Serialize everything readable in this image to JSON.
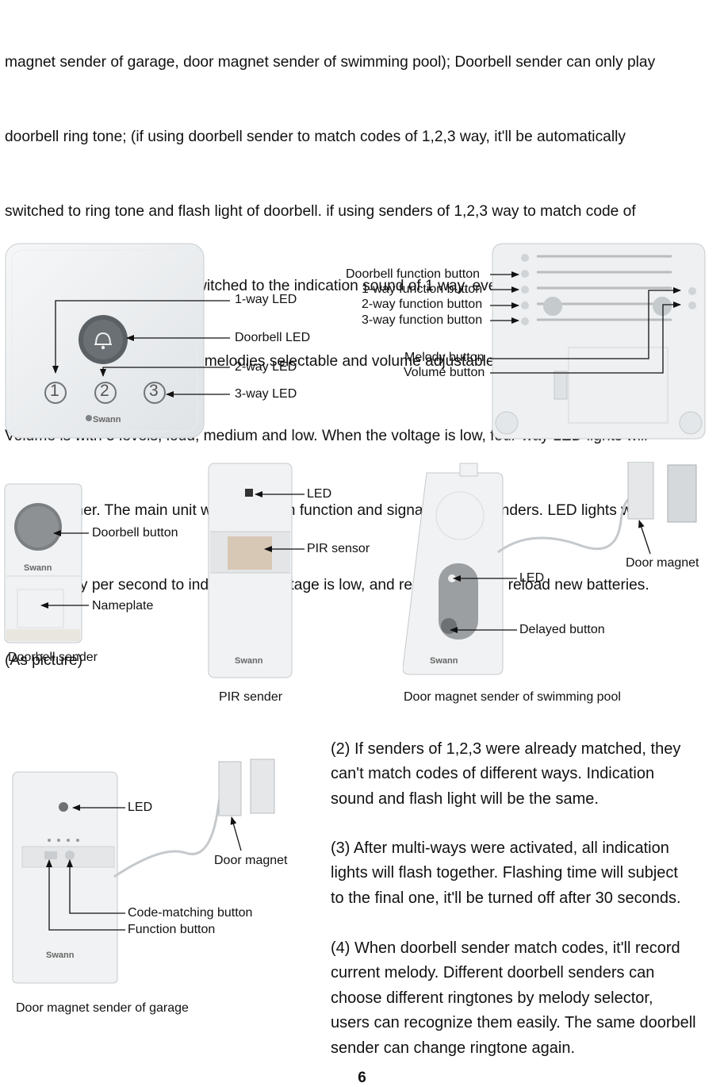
{
  "intro_lines": [
    "magnet sender of garage, door magnet sender of swimming pool); Doorbell sender can only play",
    "doorbell ring tone; (if using doorbell sender to match codes of 1,2,3 way, it'll be automatically",
    "switched to ring tone and flash light of doorbell. if using senders of 1,2,3 way to match code of",
    "doorbell, all of them will be switched to the indication sound of 1 way, every way can save 15",
    "parts at most.) 36 polyphonic melodies selectable and volume adjustable on the main unit.",
    "Volume is with 3 levels, loud, medium and low. When the voltage is low, four-way LED lights will",
    "flash together. The main unit will loss alarm function and signal from all senders. LED lights will",
    "flash quickly per second to indicate the voltage is low, and remind users to reload new batteries.",
    "(As picture)"
  ],
  "main_unit": {
    "brand": "Swann",
    "buttons": [
      "1",
      "2",
      "3"
    ],
    "labels": {
      "led1": "1-way LED",
      "doorbell_led": "Doorbell LED",
      "led2": "2-way LED",
      "led3": "3-way LED"
    }
  },
  "main_unit_back": {
    "labels": {
      "doorbell_fn": "Doorbell function button",
      "fn1": "1-way function button",
      "fn2": "2-way function button",
      "fn3": "3-way function button",
      "melody": "Melody button",
      "volume": "Volume button"
    }
  },
  "doorbell_sender": {
    "brand": "Swann",
    "labels": {
      "button": "Doorbell button",
      "nameplate": "Nameplate"
    },
    "caption": "Doorbell sender"
  },
  "pir_sender": {
    "brand": "Swann",
    "labels": {
      "led": "LED",
      "sensor": "PIR sensor"
    },
    "caption": "PIR sender"
  },
  "pool_sender": {
    "brand": "Swann",
    "labels": {
      "led": "LED",
      "delayed": "Delayed button",
      "magnet": "Door magnet"
    },
    "caption": "Door magnet sender of swimming pool"
  },
  "garage_sender": {
    "brand": "Swann",
    "labels": {
      "led": "LED",
      "magnet": "Door magnet",
      "code": "Code-matching button",
      "function": "Function button"
    },
    "caption": "Door magnet sender of garage"
  },
  "paragraphs": [
    "(2) If senders of 1,2,3 were already matched, they\ncan't match codes of different ways. Indication\nsound and flash light will be the same.",
    "(3) After multi-ways were activated, all indication\nlights will flash together. Flashing time will subject\nto the final one, it'll be turned off after 30 seconds.",
    "(4) When doorbell sender match codes, it'll record\ncurrent melody. Different doorbell senders can\nchoose different ringtones by melody selector,\nusers can recognize them easily. The same doorbell\nsender can change ringtone again."
  ],
  "page_number": "6"
}
